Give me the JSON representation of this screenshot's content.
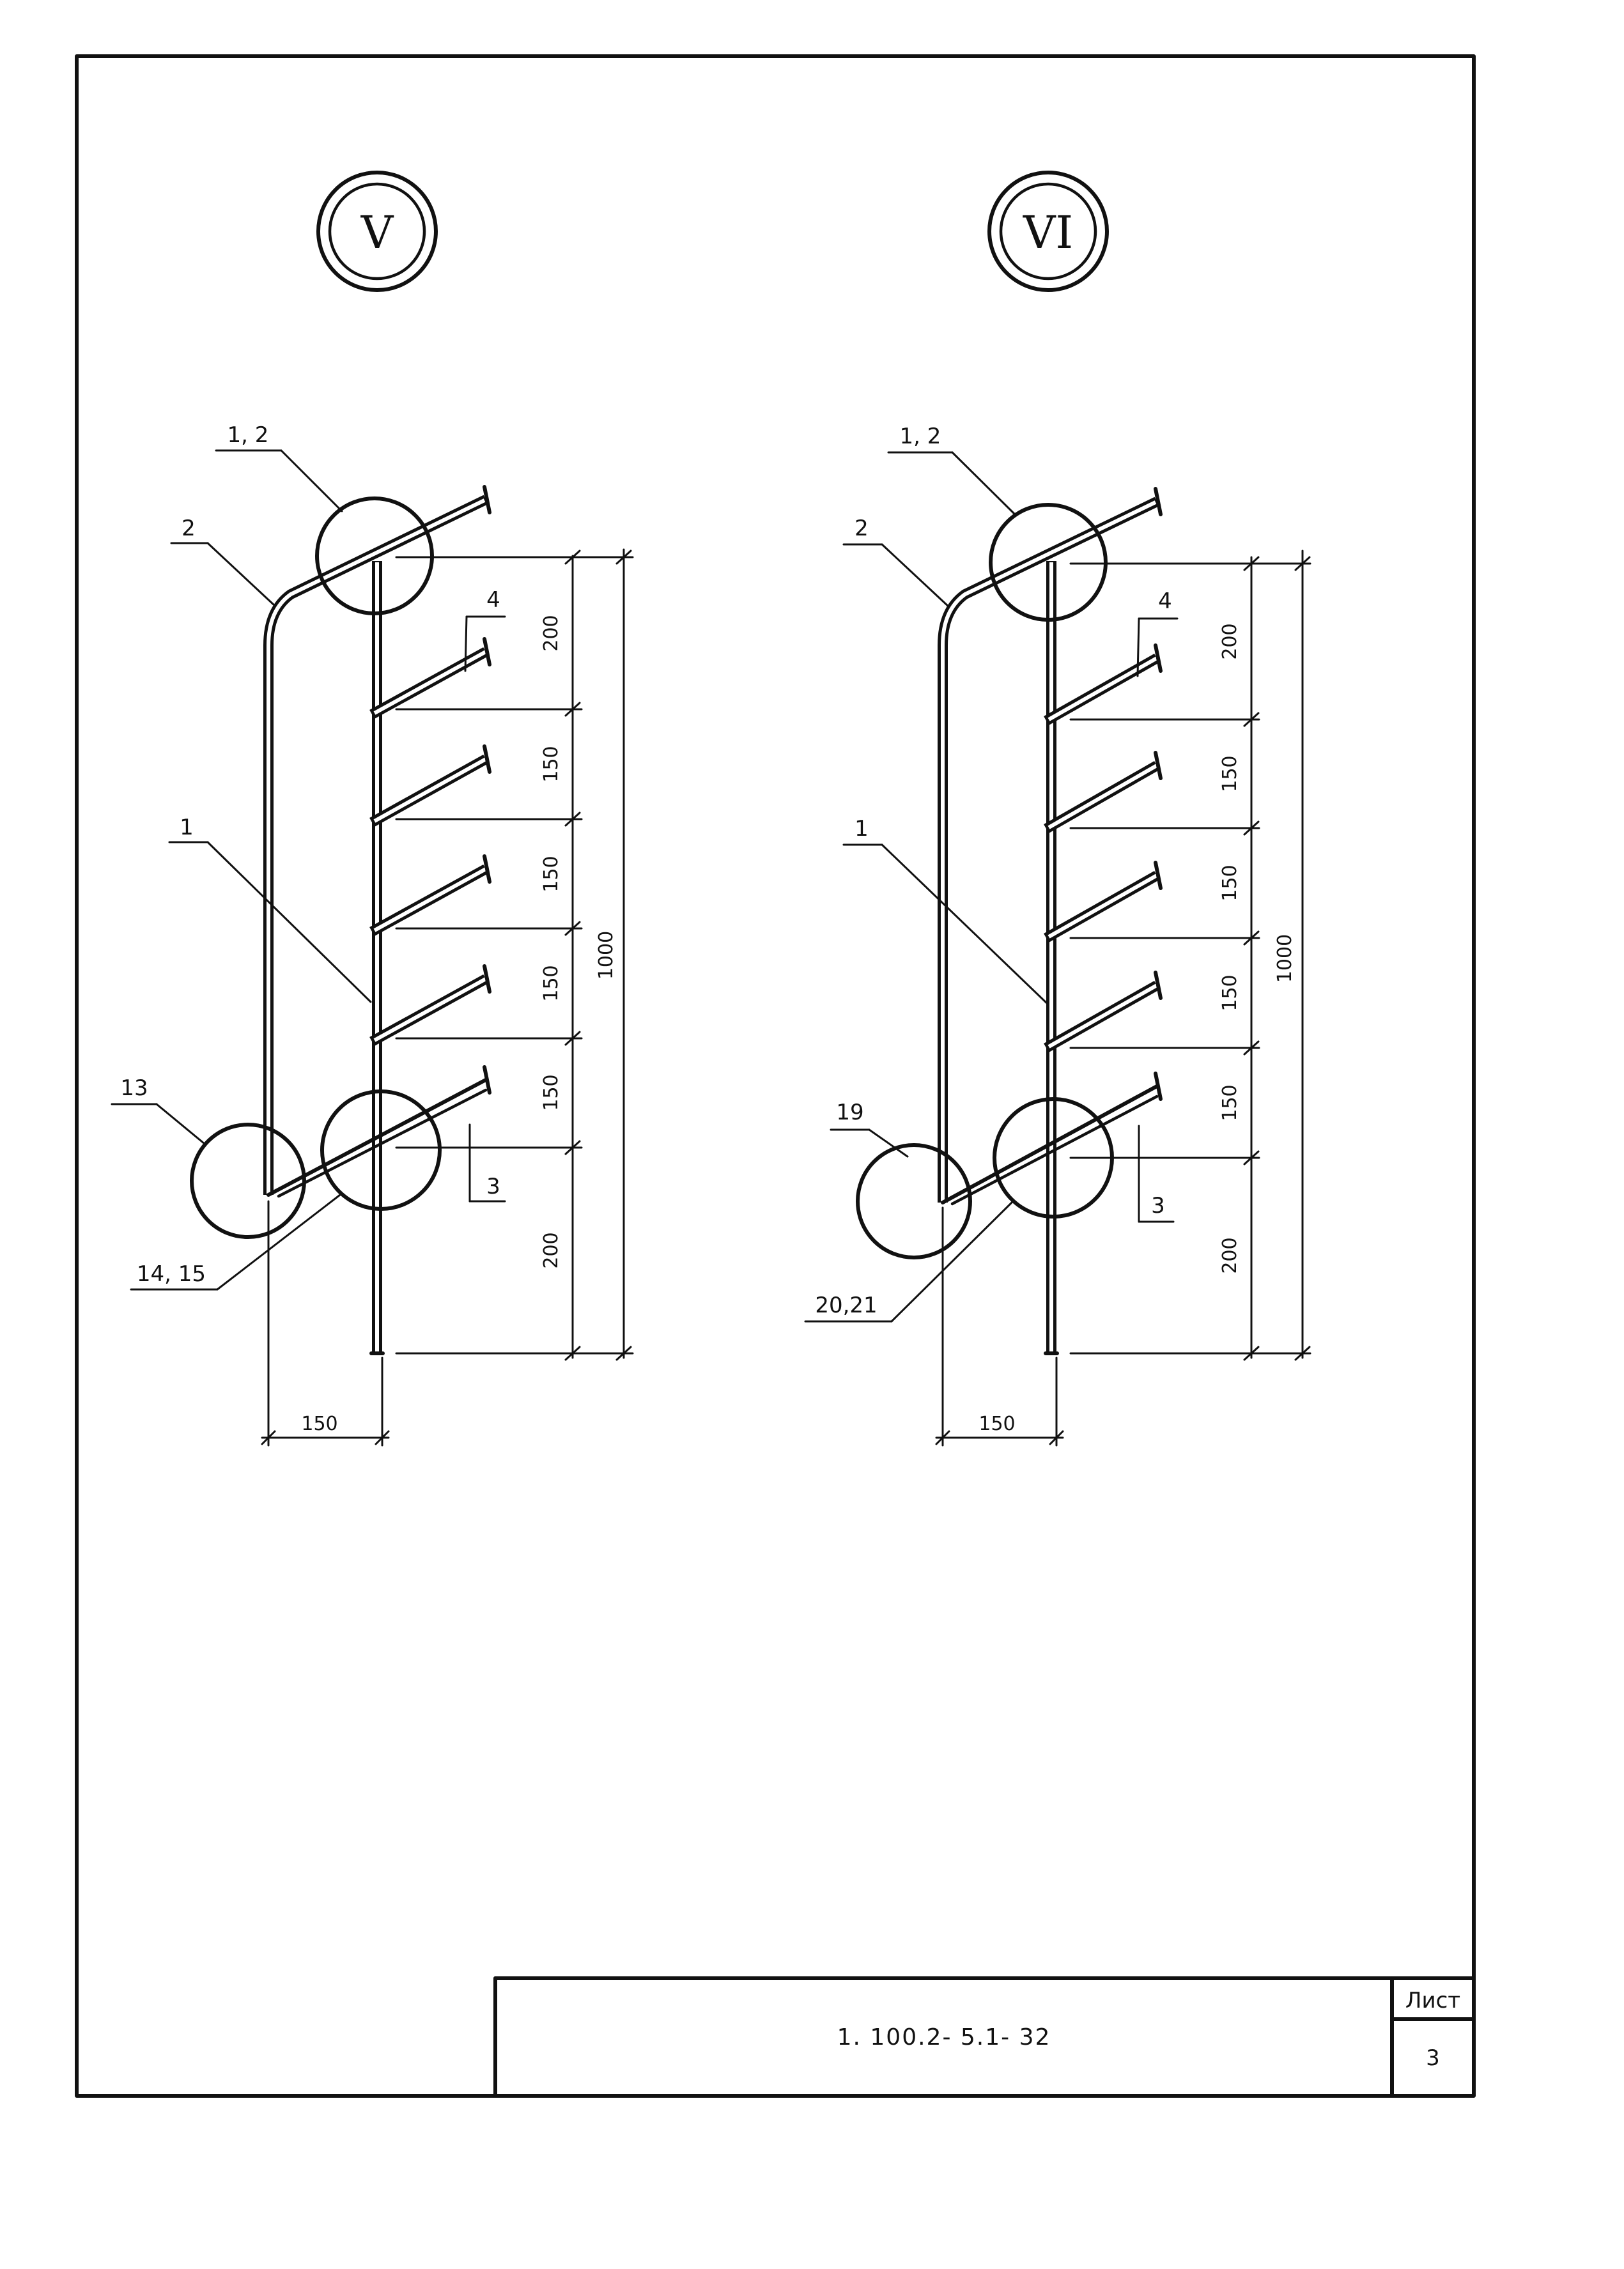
{
  "views": [
    {
      "id": "V",
      "title": "V",
      "callouts": {
        "top_detail": "1, 2",
        "outer_bar": "2",
        "rung_ref": "4",
        "main_post": "1",
        "bottom_left_detail": "13",
        "bottom_rung_ref": "3",
        "bottom_detail": "14, 15"
      },
      "dims": {
        "spacings": [
          "200",
          "150",
          "150",
          "150",
          "150",
          "200"
        ],
        "total": "1000",
        "width": "150"
      }
    },
    {
      "id": "VI",
      "title": "VI",
      "callouts": {
        "top_detail": "1, 2",
        "outer_bar": "2",
        "rung_ref": "4",
        "main_post": "1",
        "bottom_left_detail": "19",
        "bottom_rung_ref": "3",
        "bottom_detail": "20,21"
      },
      "dims": {
        "spacings": [
          "200",
          "150",
          "150",
          "150",
          "150",
          "200"
        ],
        "total": "1000",
        "width": "150"
      }
    }
  ],
  "title_block": {
    "document_code": "1. 100.2- 5.1- 32",
    "sheet_label": "Лист",
    "sheet_number": "3"
  }
}
